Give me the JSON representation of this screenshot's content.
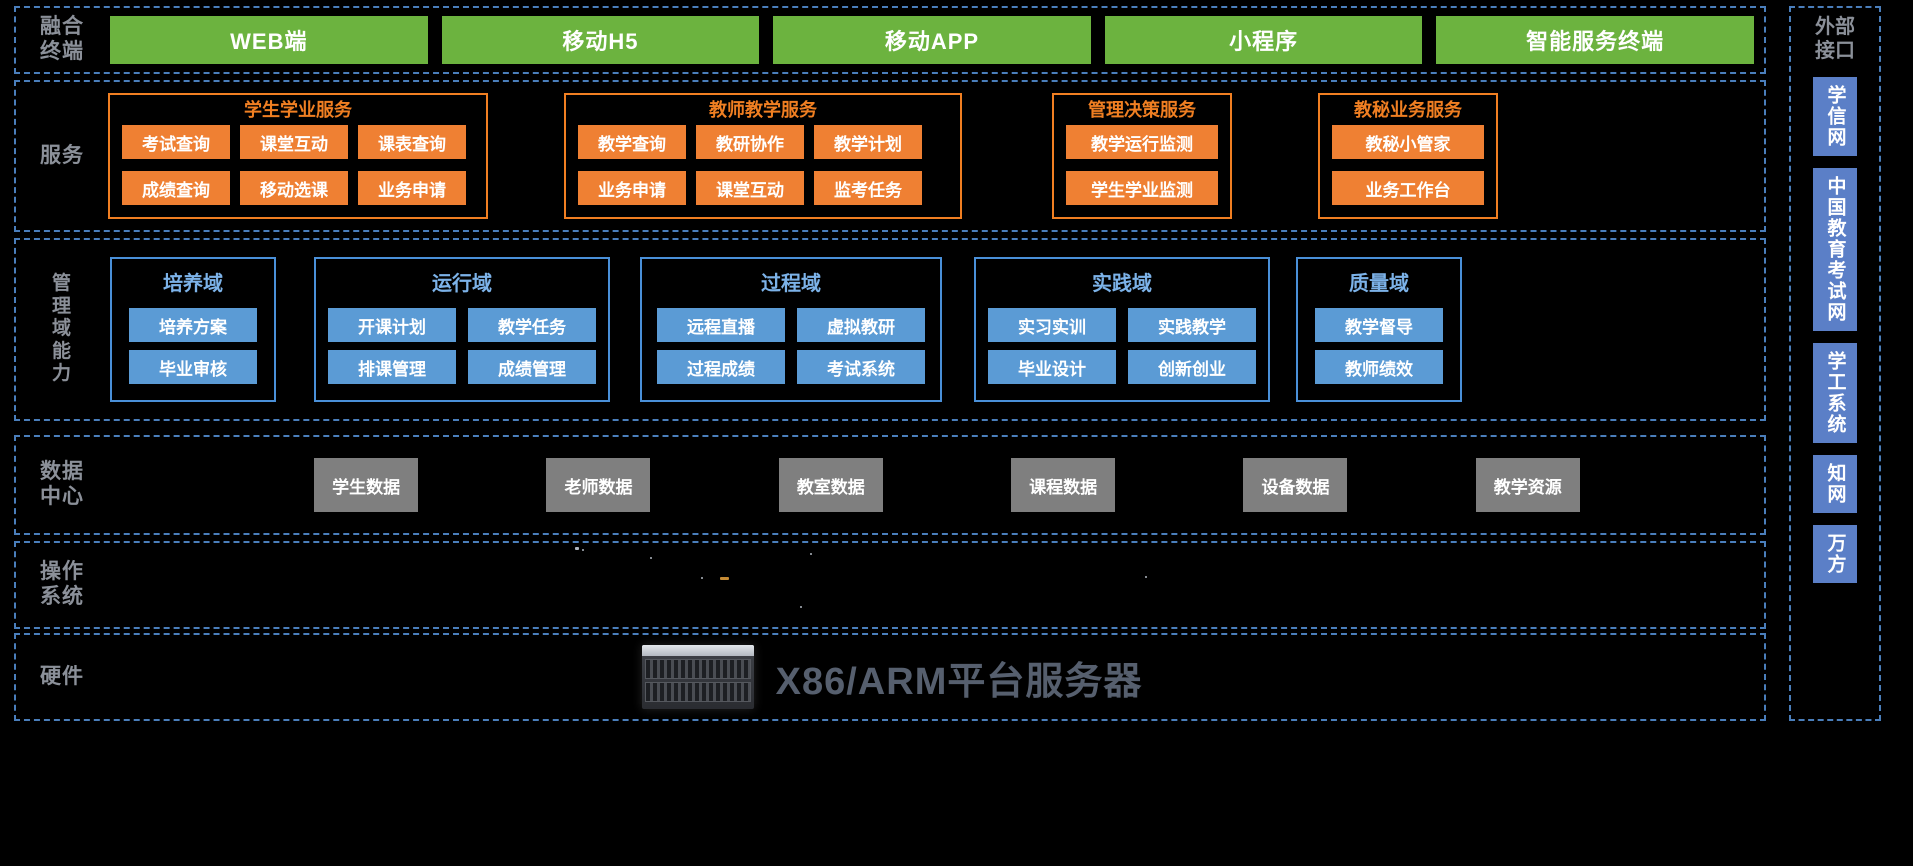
{
  "layers": {
    "terminal": {
      "label": "融合\n终端",
      "label_lines": [
        "融合",
        "终端"
      ],
      "items": [
        {
          "label": "WEB端"
        },
        {
          "label": "移动H5"
        },
        {
          "label": "移动APP"
        },
        {
          "label": "小程序"
        },
        {
          "label": "智能服务终端"
        }
      ]
    },
    "service": {
      "label": "服务",
      "groups": [
        {
          "title": "学生学业服务",
          "rows": [
            [
              "考试查询",
              "课堂互动",
              "课表查询"
            ],
            [
              "成绩查询",
              "移动选课",
              "业务申请"
            ]
          ]
        },
        {
          "title": "教师教学服务",
          "rows": [
            [
              "教学查询",
              "教研协作",
              "教学计划"
            ],
            [
              "业务申请",
              "课堂互动",
              "监考任务"
            ]
          ]
        },
        {
          "title": "管理决策服务",
          "rows": [
            [
              "教学运行监测"
            ],
            [
              "学生学业监测"
            ]
          ]
        },
        {
          "title": "教秘业务服务",
          "rows": [
            [
              "教秘小管家"
            ],
            [
              "业务工作台"
            ]
          ]
        }
      ]
    },
    "domain": {
      "label_lines": [
        "管",
        "理",
        "域",
        "能",
        "力"
      ],
      "groups": [
        {
          "title": "培养域",
          "rows": [
            [
              "培养方案"
            ],
            [
              "毕业审核"
            ]
          ]
        },
        {
          "title": "运行域",
          "rows": [
            [
              "开课计划",
              "教学任务"
            ],
            [
              "排课管理",
              "成绩管理"
            ]
          ]
        },
        {
          "title": "过程域",
          "rows": [
            [
              "远程直播",
              "虚拟教研"
            ],
            [
              "过程成绩",
              "考试系统"
            ]
          ]
        },
        {
          "title": "实践域",
          "rows": [
            [
              "实习实训",
              "实践教学"
            ],
            [
              "毕业设计",
              "创新创业"
            ]
          ]
        },
        {
          "title": "质量域",
          "rows": [
            [
              "教学督导"
            ],
            [
              "教师绩效"
            ]
          ]
        }
      ]
    },
    "data_center": {
      "label_lines": [
        "数据",
        "中心"
      ],
      "items": [
        "学生数据",
        "老师数据",
        "教室数据",
        "课程数据",
        "设备数据",
        "教学资源"
      ]
    },
    "os": {
      "label_lines": [
        "操作",
        "系统"
      ],
      "items": []
    },
    "hardware": {
      "label": "硬件",
      "title": "X86/ARM平台服务器",
      "icon": "server-icon"
    }
  },
  "external": {
    "title_lines": [
      "外部",
      "接口"
    ],
    "items": [
      "学信网",
      "中国教育考试网",
      "学工系统",
      "知网",
      "万方"
    ]
  },
  "colors": {
    "background": "#000000",
    "band_border": "#4a7ebb",
    "terminal_green": "#6cb33f",
    "service_orange": "#ef8033",
    "service_border": "#f07f22",
    "domain_blue": "#5b9bd5",
    "domain_border": "#4a90d9",
    "domain_title": "#7cb2e8",
    "data_gray": "#7f7f7f",
    "external_blue": "#5b7fc7",
    "label_gray": "#8b9099",
    "hardware_text": "#565f6e"
  }
}
